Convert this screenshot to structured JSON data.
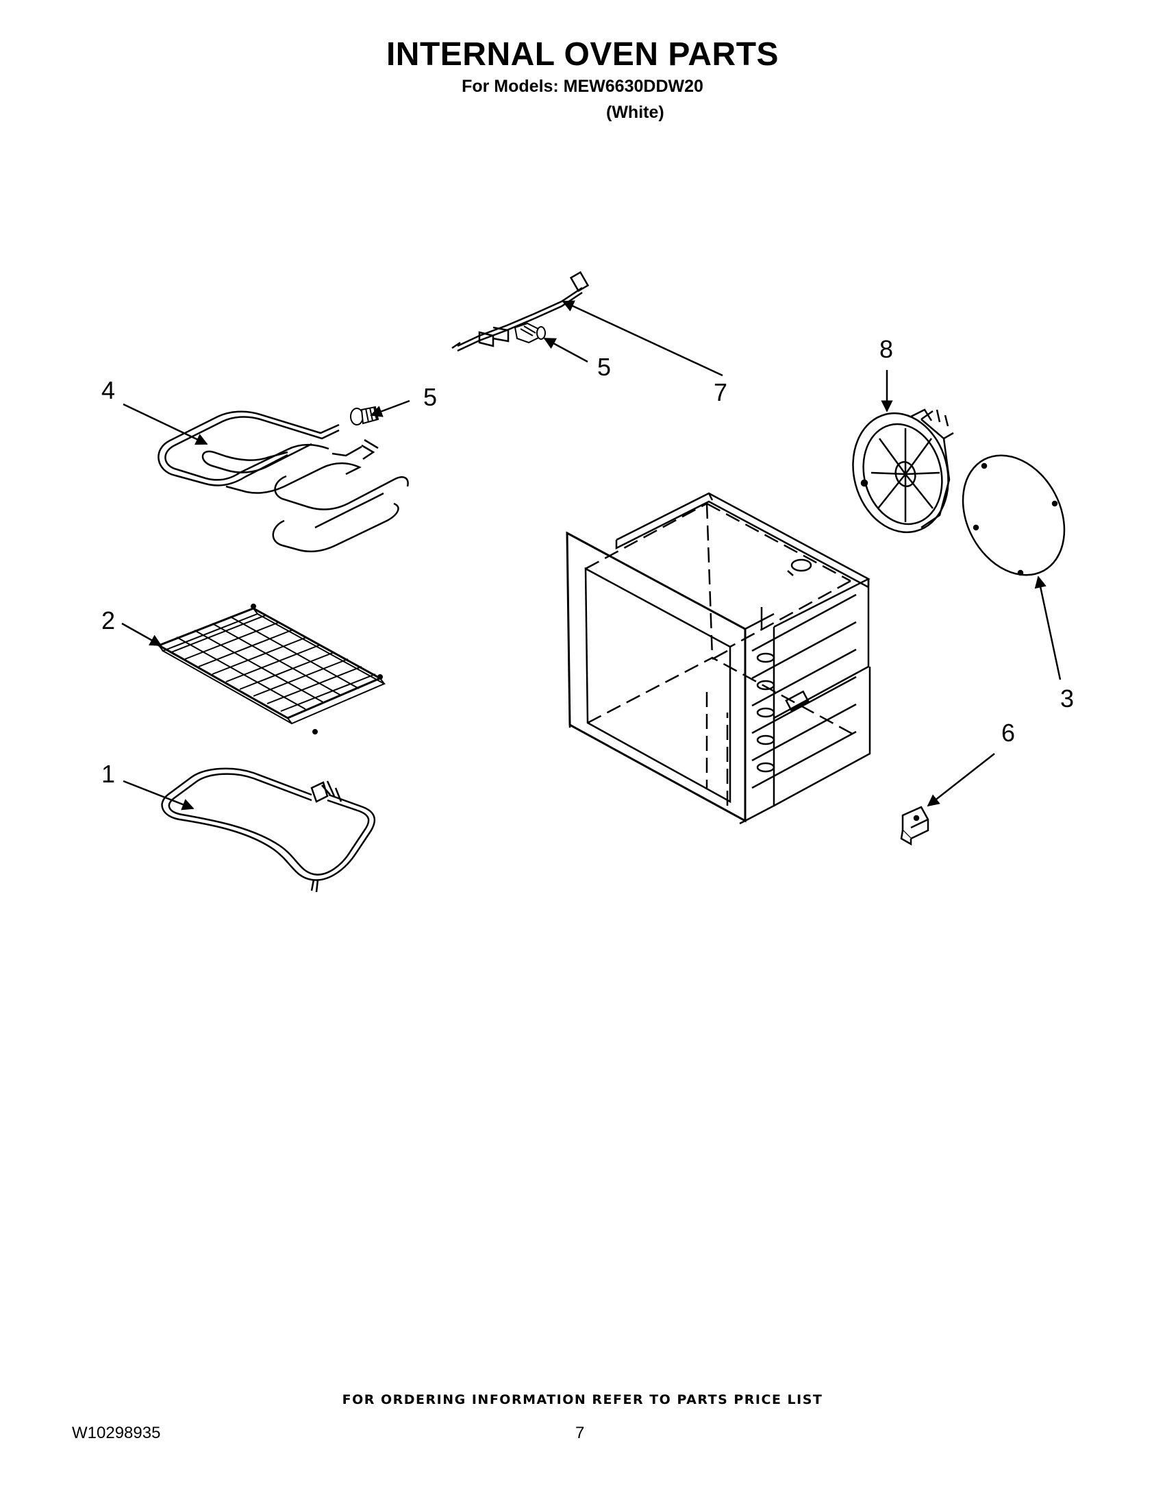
{
  "header": {
    "title": "INTERNAL OVEN PARTS",
    "models_line": "For Models: MEW6630DDW20",
    "color_line": "(White)"
  },
  "callouts": {
    "c1": "1",
    "c2": "2",
    "c3": "3",
    "c4": "4",
    "c5a": "5",
    "c5b": "5",
    "c6": "6",
    "c7": "7",
    "c8": "8"
  },
  "footer": {
    "ordering_note": "FOR ORDERING INFORMATION REFER TO PARTS PRICE LIST",
    "doc_number": "W10298935",
    "page_number": "7"
  }
}
